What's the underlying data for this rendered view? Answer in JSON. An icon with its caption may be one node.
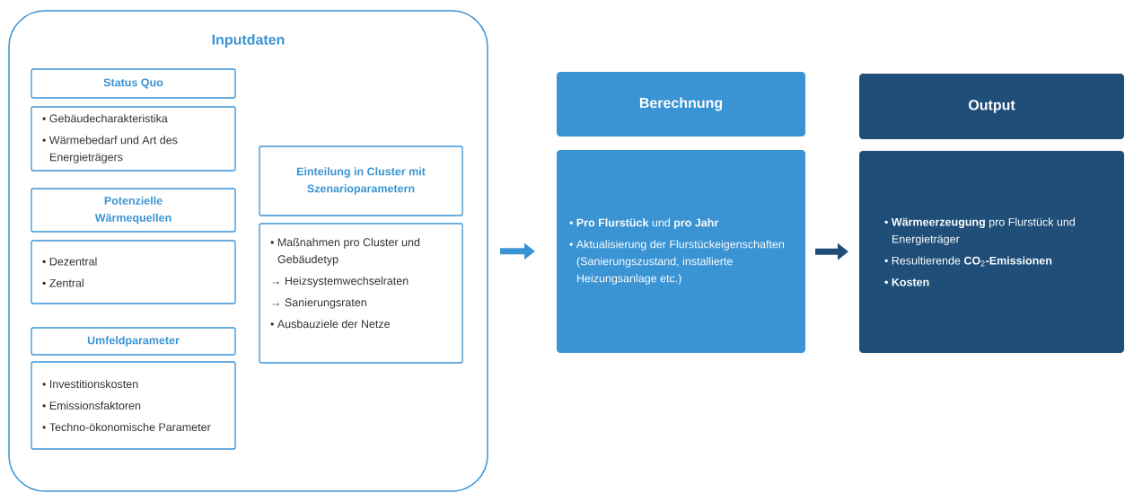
{
  "diagram": {
    "nodes": [
      {
        "text": [
          "Inputdaten"
        ]
      },
      {
        "text": [
          "Status Quo"
        ],
        "in": 0
      },
      {
        "text": [
          "• Gebäudecharakteristika",
          "• Wärmebedarf und Art des Energieträgers"
        ],
        "in": 0
      },
      {
        "text": [
          "Potenzielle Wärmequellen"
        ],
        "in": 0
      },
      {
        "text": [
          "• Dezentral",
          "• Zentral"
        ],
        "in": 0
      },
      {
        "text": [
          "Umfeldparameter"
        ],
        "in": 0
      },
      {
        "text": [
          "• Investitionskosten",
          "• Emissionsfaktoren",
          "• Techno-ökonomische Parameter"
        ],
        "in": 0
      },
      {
        "text": [
          "Einteilung in Cluster mit Szenarioparametern"
        ],
        "in": 0
      },
      {
        "text": [
          "• Maßnahmen pro Cluster und Gebäudetyp",
          "→ Heizsystemwechselraten",
          "→ Sanierungsraten",
          "• Ausbauziele der Netze"
        ],
        "in": 0
      },
      {
        "text": [
          "Berechnung"
        ]
      },
      {
        "text": [
          "• **Pro Flurstück** und **pro Jahr**",
          "• Aktualisierung der Flurstückeigenschaften (Sanierungszustand, installierte Heizungsanlage etc.)"
        ]
      },
      {
        "text": [
          "Output"
        ]
      },
      {
        "text": [
          "• **Wärmeerzeugung** pro Flurstück und Energieträger",
          "• Resultierende **CO**$_{2}$**-Emissionen**",
          "• Kosten"
        ]
      }
    ],
    "edges": [
      {
        "from": 0,
        "to": 10,
        "arrow": "to",
        "color": "#3a93d3"
      },
      {
        "from": 10,
        "to": 12,
        "arrow": "to",
        "color": "#1f4e79"
      }
    ]
  }
}
